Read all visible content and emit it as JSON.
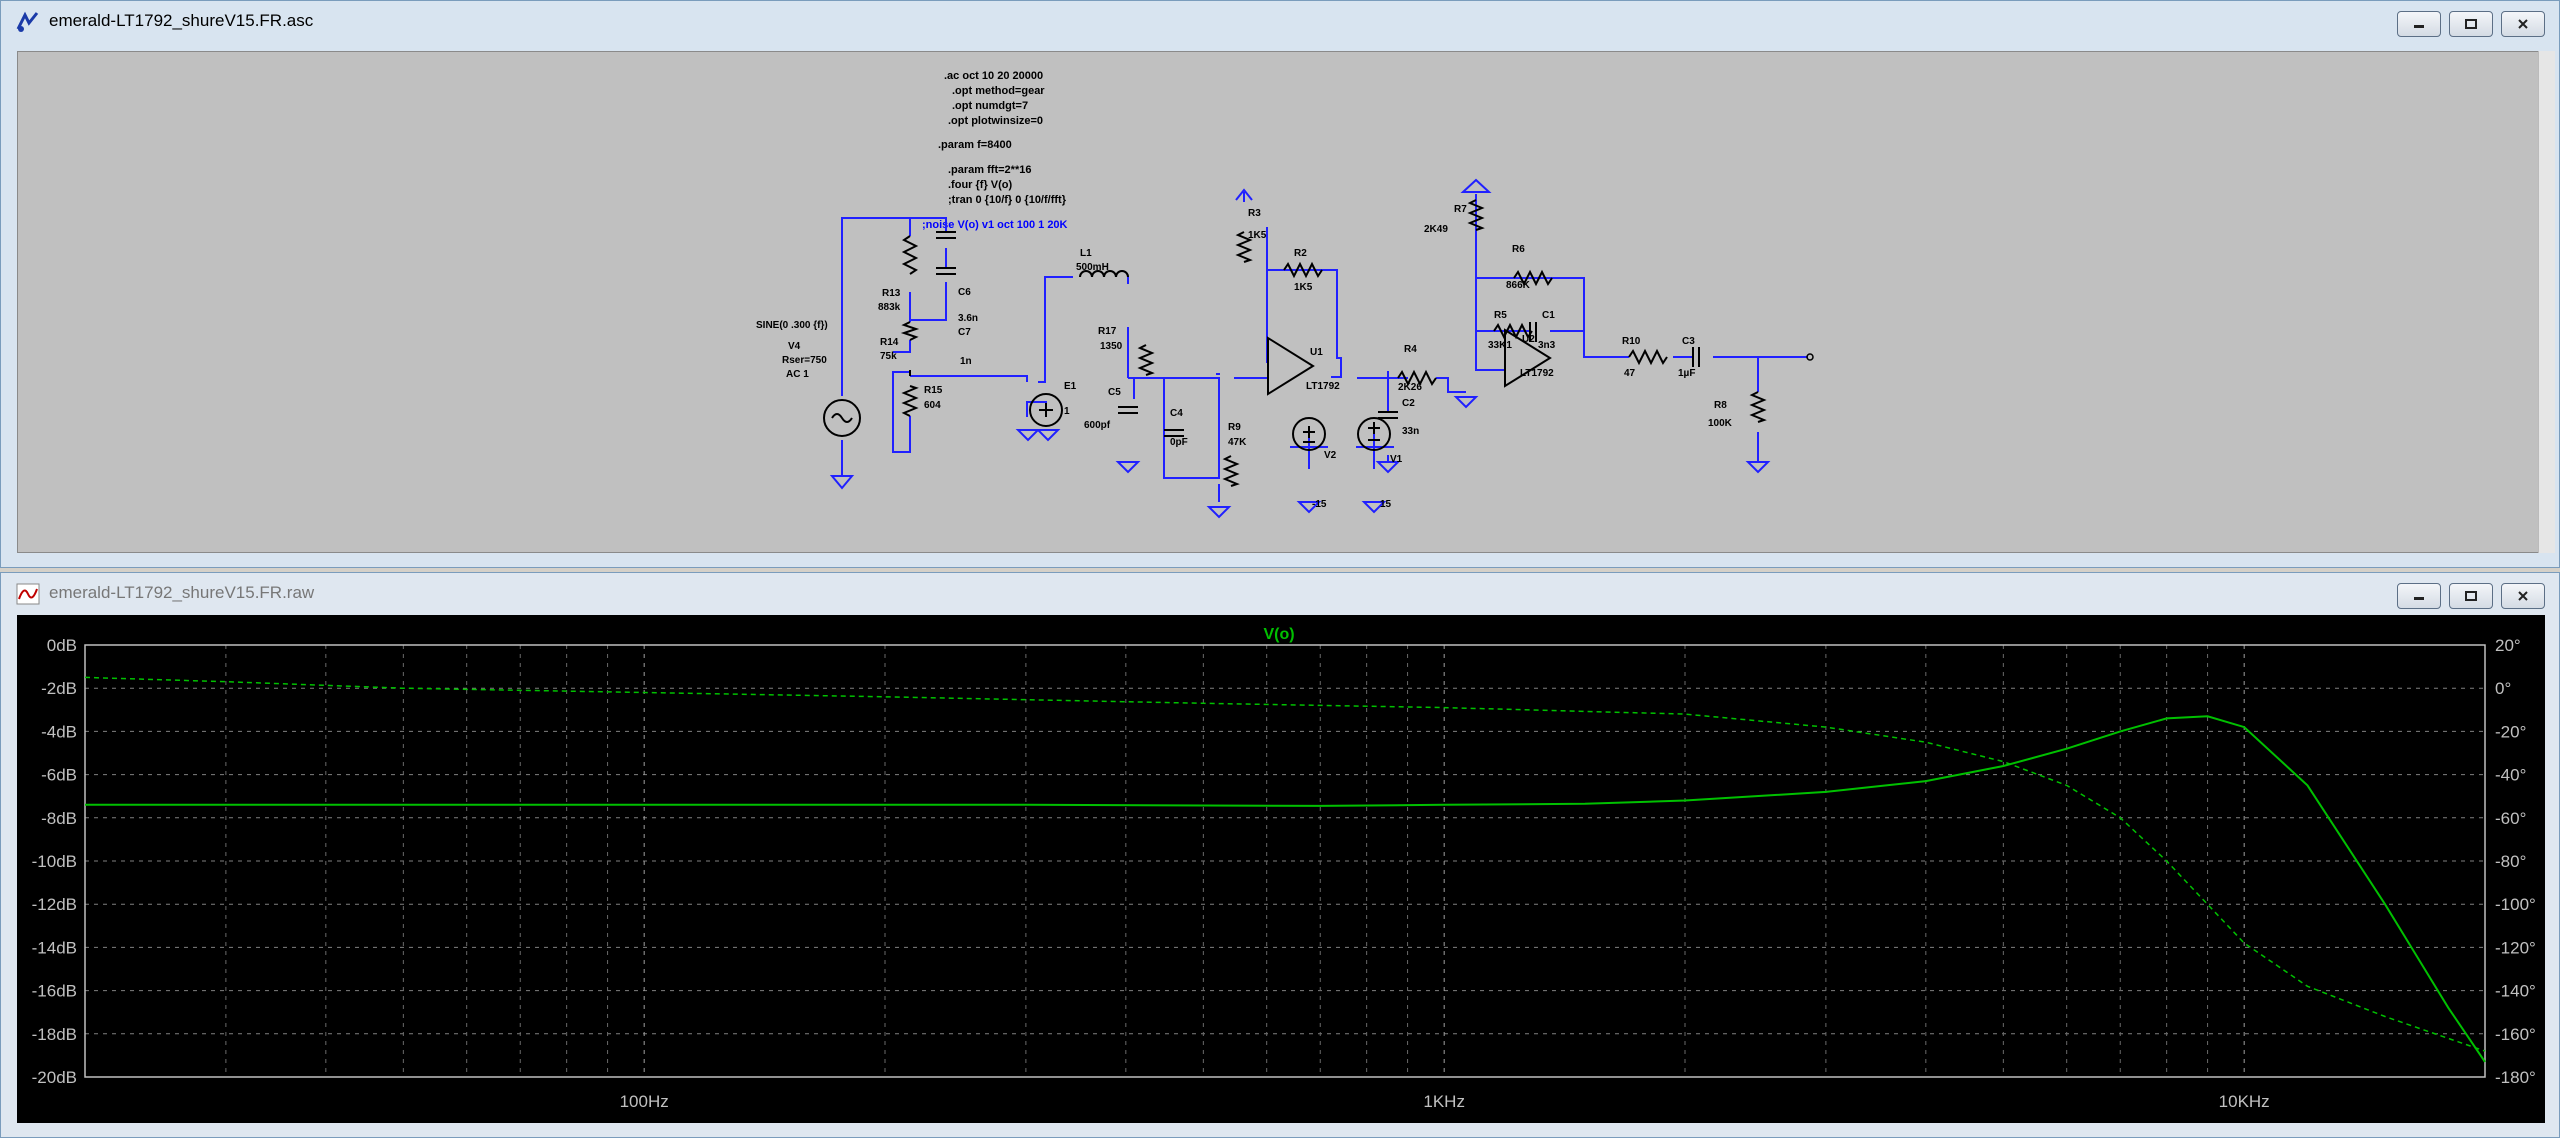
{
  "schematic_window": {
    "title": "emerald-LT1792_shureV15.FR.asc",
    "icon": "ltspice-schematic-icon",
    "directives": [
      ".ac oct 10 20 20000",
      ".opt method=gear",
      ".opt numdgt=7",
      ".opt plotwinsize=0",
      ".param f=8400",
      ".param fft=2**16",
      ".four {f} V(o)",
      ";tran 0 {10/f} 0 {10/f/fft}",
      ";noise V(o) v1 oct 100 1 20K"
    ],
    "labels": {
      "sine": "SINE(0 .300 {f})",
      "v4": "V4",
      "rser": "Rser=750",
      "ac": "AC 1",
      "r13": "R13",
      "r13v": "883k",
      "c6": "C6",
      "c6v": "3.6n",
      "c7": "C7",
      "c7v": "1n",
      "r14": "R14",
      "r14v": "75k",
      "r15": "R15",
      "r15v": "604",
      "e1": "E1",
      "e1v": "1",
      "l1": "L1",
      "l1v": "500mH",
      "r17": "R17",
      "r17v": "1350",
      "c5": "C5",
      "c5v": "600pf",
      "c4": "C4",
      "c4v": "0pF",
      "r9": "R9",
      "r9v": "47K",
      "r3": "R3",
      "r3v": "1K5",
      "r2": "R2",
      "r2v": "1K5",
      "u1": "U1",
      "u1v": "LT1792",
      "r4": "R4",
      "r4v": "2K26",
      "c2": "C2",
      "c2v": "33n",
      "v2": "V2",
      "v2v": "-15",
      "v1": "V1",
      "v1v": "15",
      "r7": "R7",
      "r7v": "2K49",
      "r6": "R6",
      "r6v": "866K",
      "r5": "R5",
      "r5v": "33K1",
      "c1": "C1",
      "c1v": "3n3",
      "u2": "U2",
      "u2v": "LT1792",
      "r10": "R10",
      "r10v": "47",
      "c3": "C3",
      "c3v": "1µF",
      "r8": "R8",
      "r8v": "100K"
    }
  },
  "plot_window": {
    "title": "emerald-LT1792_shureV15.FR.raw",
    "icon": "waveform-icon",
    "trace_name": "V(o)",
    "trace_color": "#00c000",
    "y_left_ticks": [
      "0dB",
      "-2dB",
      "-4dB",
      "-6dB",
      "-8dB",
      "-10dB",
      "-12dB",
      "-14dB",
      "-16dB",
      "-18dB",
      "-20dB"
    ],
    "y_right_ticks": [
      "20°",
      "0°",
      "-20°",
      "-40°",
      "-60°",
      "-80°",
      "-100°",
      "-120°",
      "-140°",
      "-160°",
      "-180°"
    ],
    "x_ticks": [
      "100Hz",
      "1KHz",
      "10KHz"
    ]
  },
  "chart_data": {
    "type": "line",
    "x_scale": "log",
    "xlim": [
      20,
      20000
    ],
    "ylim": [
      -20,
      0
    ],
    "y2lim": [
      -180,
      20
    ],
    "grid": true,
    "series": [
      {
        "name": "V(o)",
        "style": "solid",
        "axis": "left",
        "x": [
          20,
          50,
          100,
          300,
          700,
          1000,
          1500,
          2000,
          3000,
          4000,
          5000,
          6000,
          7000,
          8000,
          9000,
          10000,
          12000,
          15000,
          18000,
          20000
        ],
        "y": [
          -7.4,
          -7.4,
          -7.4,
          -7.4,
          -7.45,
          -7.4,
          -7.35,
          -7.2,
          -6.8,
          -6.3,
          -5.6,
          -4.8,
          -4.0,
          -3.4,
          -3.3,
          -3.8,
          -6.5,
          -12.0,
          -16.8,
          -19.3
        ]
      },
      {
        "name": "V(o) phase",
        "style": "dashed",
        "axis": "right",
        "x": [
          20,
          30,
          50,
          100,
          200,
          500,
          1000,
          2000,
          3000,
          4000,
          5000,
          6000,
          7000,
          8000,
          10000,
          12000,
          15000,
          20000
        ],
        "y": [
          5,
          3,
          0,
          -2,
          -4,
          -7,
          -9,
          -12,
          -18,
          -25,
          -34,
          -45,
          -60,
          -80,
          -118,
          -138,
          -152,
          -168
        ]
      }
    ]
  }
}
